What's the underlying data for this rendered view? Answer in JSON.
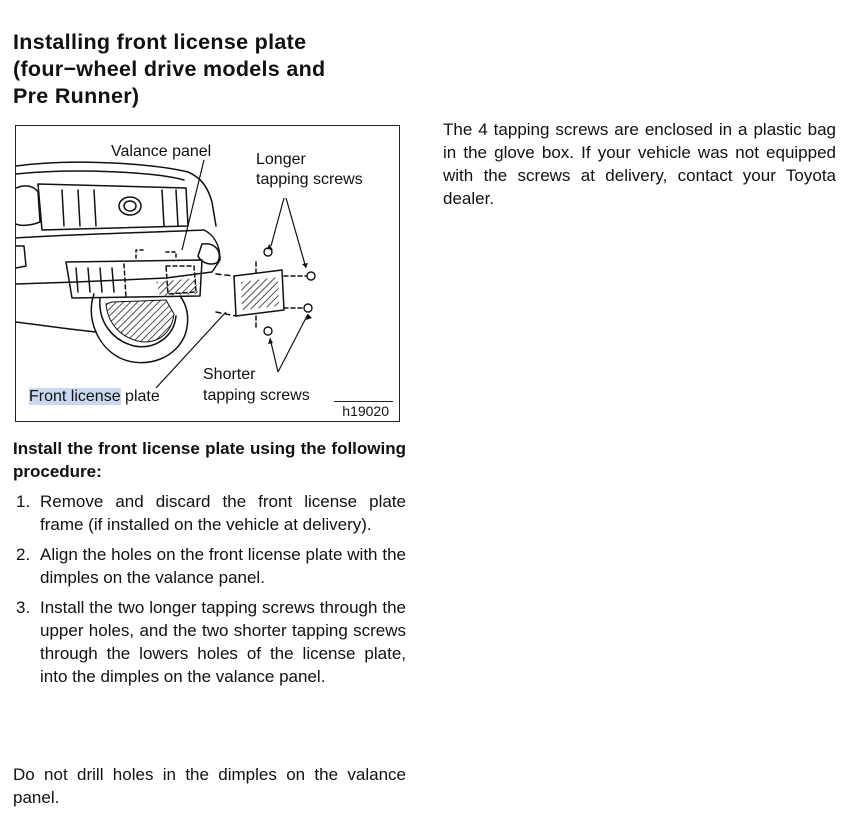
{
  "title": {
    "line1": "Installing front license plate",
    "line2": "(four−wheel drive models and",
    "line3": "Pre Runner)"
  },
  "figure": {
    "labels": {
      "valance_panel": "Valance panel",
      "longer_line1": "Longer",
      "longer_line2": "tapping screws",
      "shorter_line1": "Shorter",
      "shorter_line2": "tapping screws",
      "front_license_highlighted": "Front license",
      "front_license_rest": " plate",
      "code": "h19020"
    }
  },
  "procedure": {
    "heading": "Install the front license plate using the following procedure:",
    "steps": [
      {
        "num": "1.",
        "text": "Remove and discard the front license plate frame (if installed on the vehicle at delivery)."
      },
      {
        "num": "2.",
        "text": "Align the holes on the front license plate with the dimples on the valance panel."
      },
      {
        "num": "3.",
        "text": "Install the two longer tapping screws through the upper holes, and the two shorter tapping screws through the low­ers holes of the license plate, into the dimples on the valance panel."
      }
    ],
    "note": "Do not drill holes in the dimples on the valance panel."
  },
  "side_note": "The 4 tapping screws are enclosed in a plastic bag in the glove box. If your ve­hicle was not equipped with the screws at delivery, contact your Toyota dealer.",
  "colors": {
    "highlight": "#c9d8ef"
  }
}
